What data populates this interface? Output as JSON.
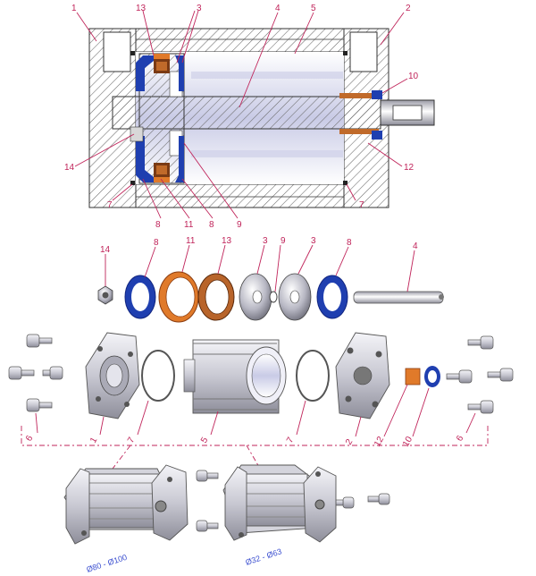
{
  "colors": {
    "callout": "#c0245a",
    "hatch": "#555555",
    "seal_blue": "#1f3fb0",
    "seal_orange": "#e07a2a",
    "seal_brown": "#b8642a",
    "metal_light": "#e8e8ee",
    "metal_dark": "#8a8a96",
    "size_label": "#3b4fd0"
  },
  "section_view": {
    "labels": {
      "l1": "1",
      "l13": "13",
      "l3": "3",
      "l4": "4",
      "l5": "5",
      "l2": "2",
      "l10": "10",
      "l14": "14",
      "l12": "12",
      "l7a": "7",
      "l8a": "8",
      "l11": "11",
      "l8b": "8",
      "l9": "9",
      "l7b": "7"
    }
  },
  "exploded_view": {
    "parts_row": {
      "p14": "14",
      "p8a": "8",
      "p11": "11",
      "p13": "13",
      "p3a": "3",
      "p9": "9",
      "p3b": "3",
      "p8b": "8",
      "p4": "4"
    },
    "assembly_row": {
      "a6a": "6",
      "a1": "1",
      "a7a": "7",
      "a5": "5",
      "a7b": "7",
      "a2": "2",
      "a12": "12",
      "a10": "10",
      "a6b": "6"
    }
  },
  "variants": {
    "large_bore": "Ø80 - Ø100",
    "small_bore": "Ø32 - Ø63"
  }
}
